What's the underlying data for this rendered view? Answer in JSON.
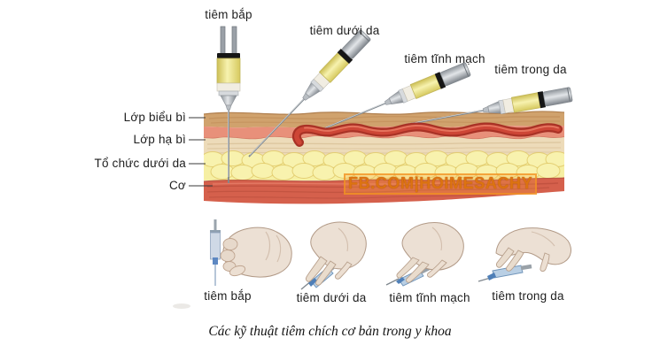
{
  "injection_sites": {
    "labels": [
      {
        "label": "tiêm bắp"
      },
      {
        "label": "tiêm dưới da"
      },
      {
        "label": "tiêm tĩnh mạch"
      },
      {
        "label": "tiêm trong da"
      }
    ]
  },
  "tissue_layers": {
    "labels": [
      {
        "label": "Lớp biểu bì"
      },
      {
        "label": "Lớp hạ bì"
      },
      {
        "label": "Tổ chức dưới da"
      },
      {
        "label": "Cơ"
      }
    ]
  },
  "hand_techniques": {
    "labels": [
      {
        "label": "tiêm bắp"
      },
      {
        "label": "tiêm dưới da"
      },
      {
        "label": "tiêm tĩnh mạch"
      },
      {
        "label": "tiêm trong da"
      }
    ]
  },
  "watermark": {
    "text": "FB.COM|HOIMESACHY",
    "color": "#dd7310"
  },
  "caption": {
    "text": "Các kỹ thuật tiêm chích cơ bản trong y khoa"
  },
  "colors": {
    "background": "#ffffff",
    "epidermis": "#d0a26d",
    "dermis": "#e8907a",
    "subcutis": "#eddbb9",
    "fat": "#f6efa3",
    "muscle": "#d5604c",
    "vein": "#a93226",
    "syringe_barrel_yellow": "#ece27b",
    "hand_syringe_blue": "#cfd9e6",
    "hand_skin": "#ece0d4"
  }
}
